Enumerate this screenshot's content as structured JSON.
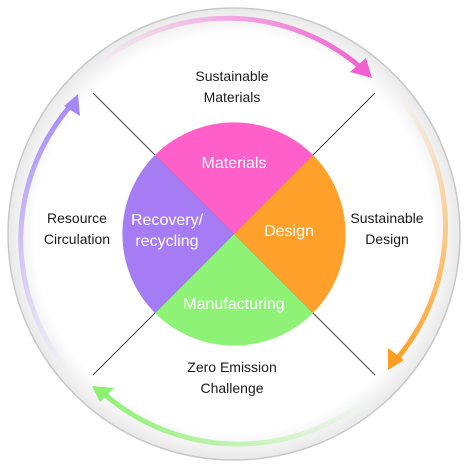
{
  "diagram": {
    "center_segments": [
      {
        "id": "materials",
        "label": "Materials",
        "color": "#ff5fc8"
      },
      {
        "id": "design",
        "label": "Design",
        "color": "#ffa02a"
      },
      {
        "id": "manufacturing",
        "label": "Manufacturing",
        "color": "#8ef276"
      },
      {
        "id": "recovery",
        "label": "Recovery/\nrecycling",
        "color": "#a57cf4"
      }
    ],
    "outer_labels": {
      "top": "Sustainable\nMaterials",
      "right": "Sustainable\nDesign",
      "bottom": "Zero Emission\nChallenge",
      "left": "Resource\nCirculation"
    },
    "arrow_colors": {
      "top": "#f060d0",
      "right": "#ff9e20",
      "bottom": "#8cf070",
      "left": "#a488f8"
    }
  }
}
